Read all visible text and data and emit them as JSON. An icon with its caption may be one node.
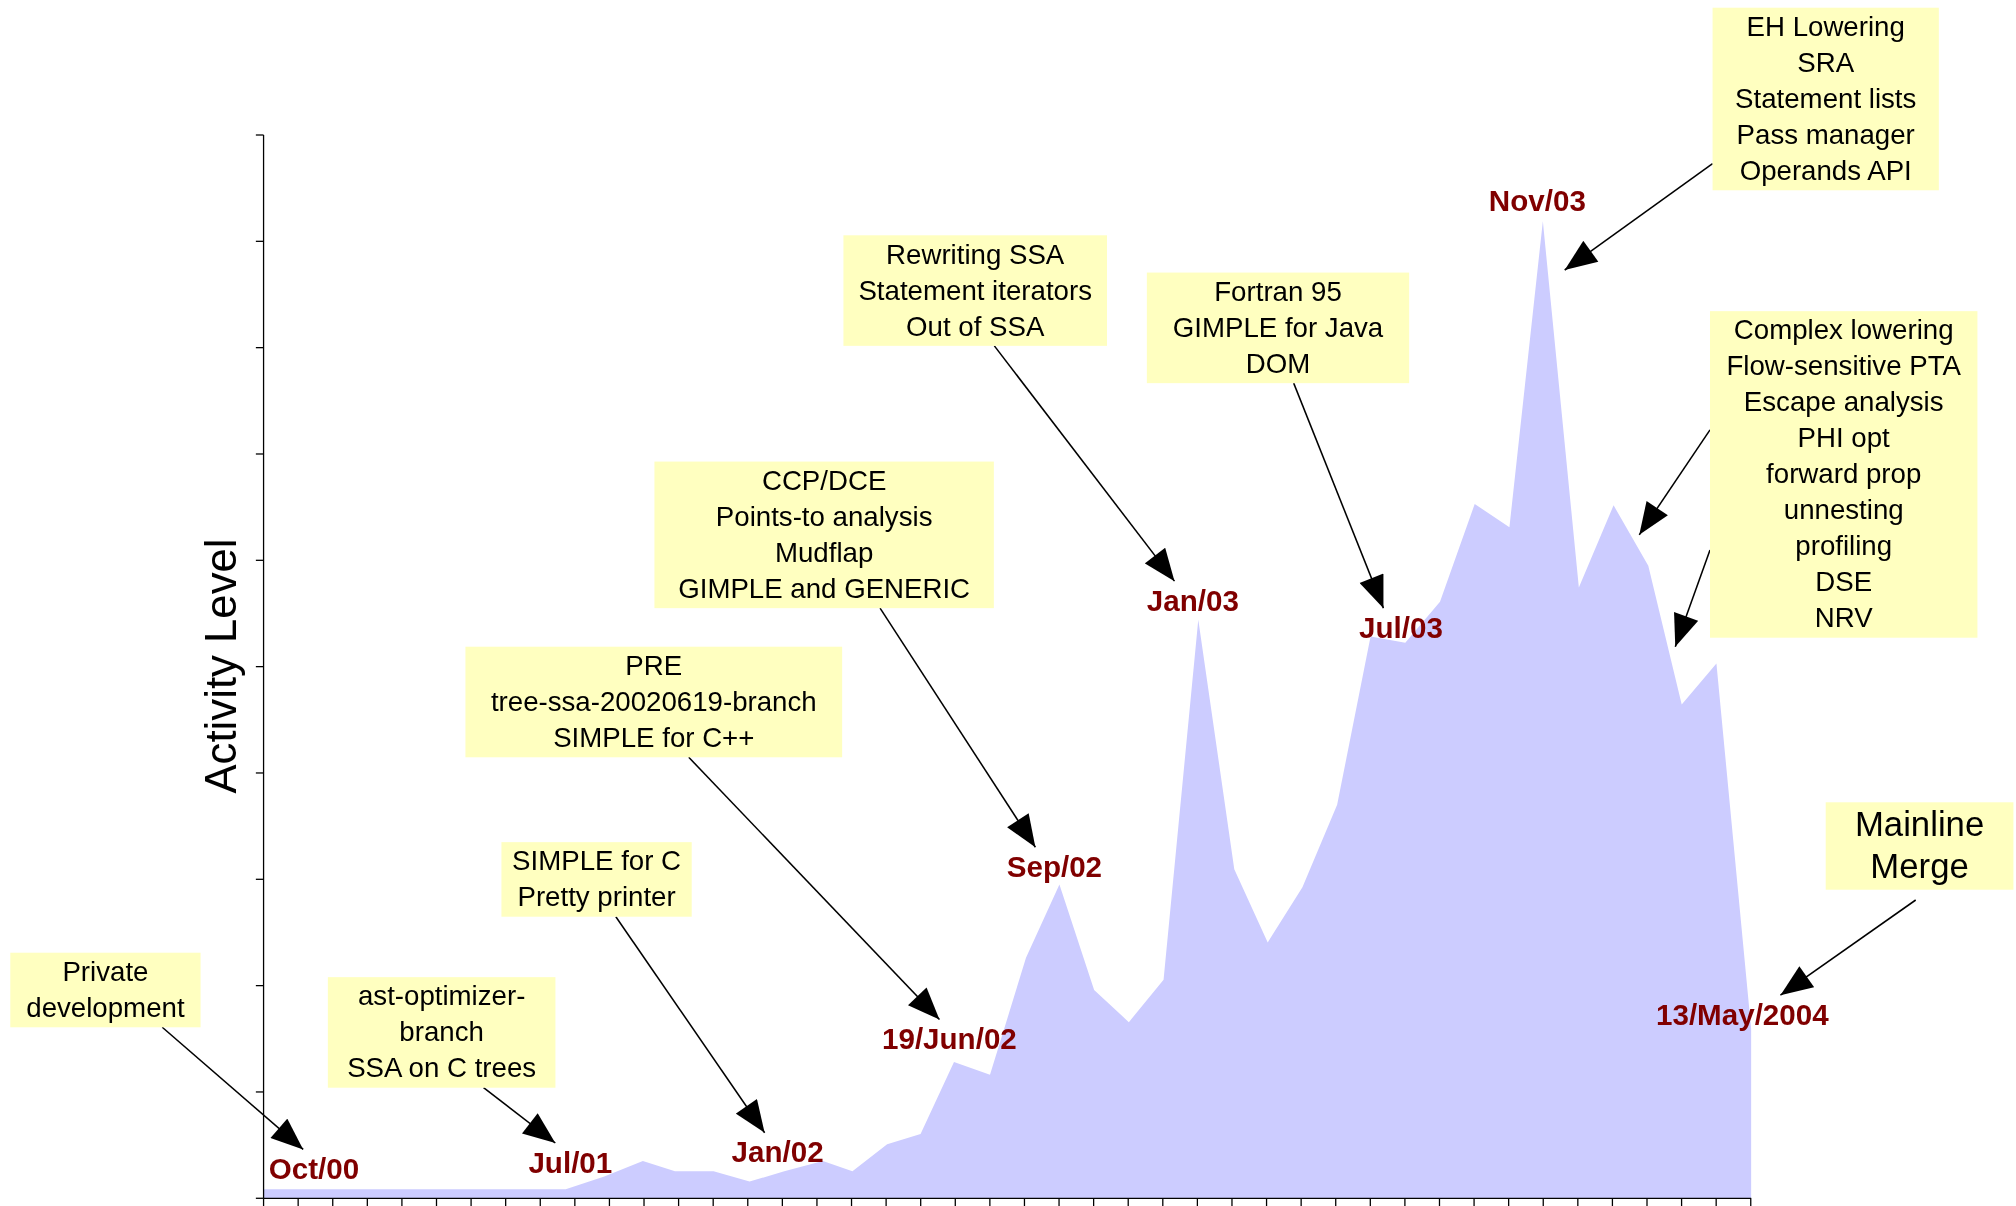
{
  "diagram": {
    "nodes": [
      {
        "text": [
          "Private development"
        ]
      },
      {
        "text": [
          "Oct/00"
        ]
      },
      {
        "text": [
          "ast-optimizer-branch",
          "SSA on C trees"
        ]
      },
      {
        "text": [
          "Jul/01"
        ]
      },
      {
        "text": [
          "SIMPLE for C",
          "Pretty printer"
        ]
      },
      {
        "text": [
          "Jan/02"
        ]
      },
      {
        "text": [
          "PRE",
          "tree-ssa-20020619-branch",
          "SIMPLE for C++"
        ]
      },
      {
        "text": [
          "19/Jun/02"
        ]
      },
      {
        "text": [
          "CCP/DCE",
          "Points-to analysis",
          "Mudflap",
          "GIMPLE and GENERIC"
        ]
      },
      {
        "text": [
          "Sep/02"
        ]
      },
      {
        "text": [
          "Rewriting SSA",
          "Statement iterators",
          "Out of SSA"
        ]
      },
      {
        "text": [
          "Jan/03"
        ]
      },
      {
        "text": [
          "Fortran 95",
          "GIMPLE for Java",
          "DOM"
        ]
      },
      {
        "text": [
          "Jul/03"
        ]
      },
      {
        "text": [
          "EH Lowering",
          "SRA",
          "Statement lists",
          "Pass manager",
          "Operands API"
        ]
      },
      {
        "text": [
          "Complex lowering",
          "Flow-sensitive PTA",
          "Escape analysis",
          "PHI opt",
          "forward prop",
          "unnesting",
          "profiling",
          "DSE",
          "NRV"
        ]
      },
      {
        "text": [
          "Mainline Merge"
        ]
      },
      {
        "text": [
          "13/May/2004"
        ]
      }
    ],
    "edges": [
      {
        "from": 0,
        "to": 1,
        "arrow": "to"
      },
      {
        "from": 2,
        "to": 3,
        "arrow": "to"
      },
      {
        "from": 4,
        "to": 5,
        "arrow": "to"
      },
      {
        "from": 6,
        "to": 7,
        "arrow": "to"
      },
      {
        "from": 8,
        "to": 9,
        "arrow": "to"
      },
      {
        "from": 10,
        "to": 11,
        "arrow": "to"
      },
      {
        "from": 12,
        "to": 13,
        "arrow": "to"
      },
      {
        "from": 14,
        "to": null,
        "arrow": "to"
      },
      {
        "from": 15,
        "to": null,
        "arrow": "to"
      },
      {
        "from": 15,
        "to": null,
        "arrow": "to"
      },
      {
        "from": 16,
        "to": 17,
        "arrow": "to"
      }
    ],
    "labels": [
      "Activity Level",
      "Nov/03"
    ]
  }
}
